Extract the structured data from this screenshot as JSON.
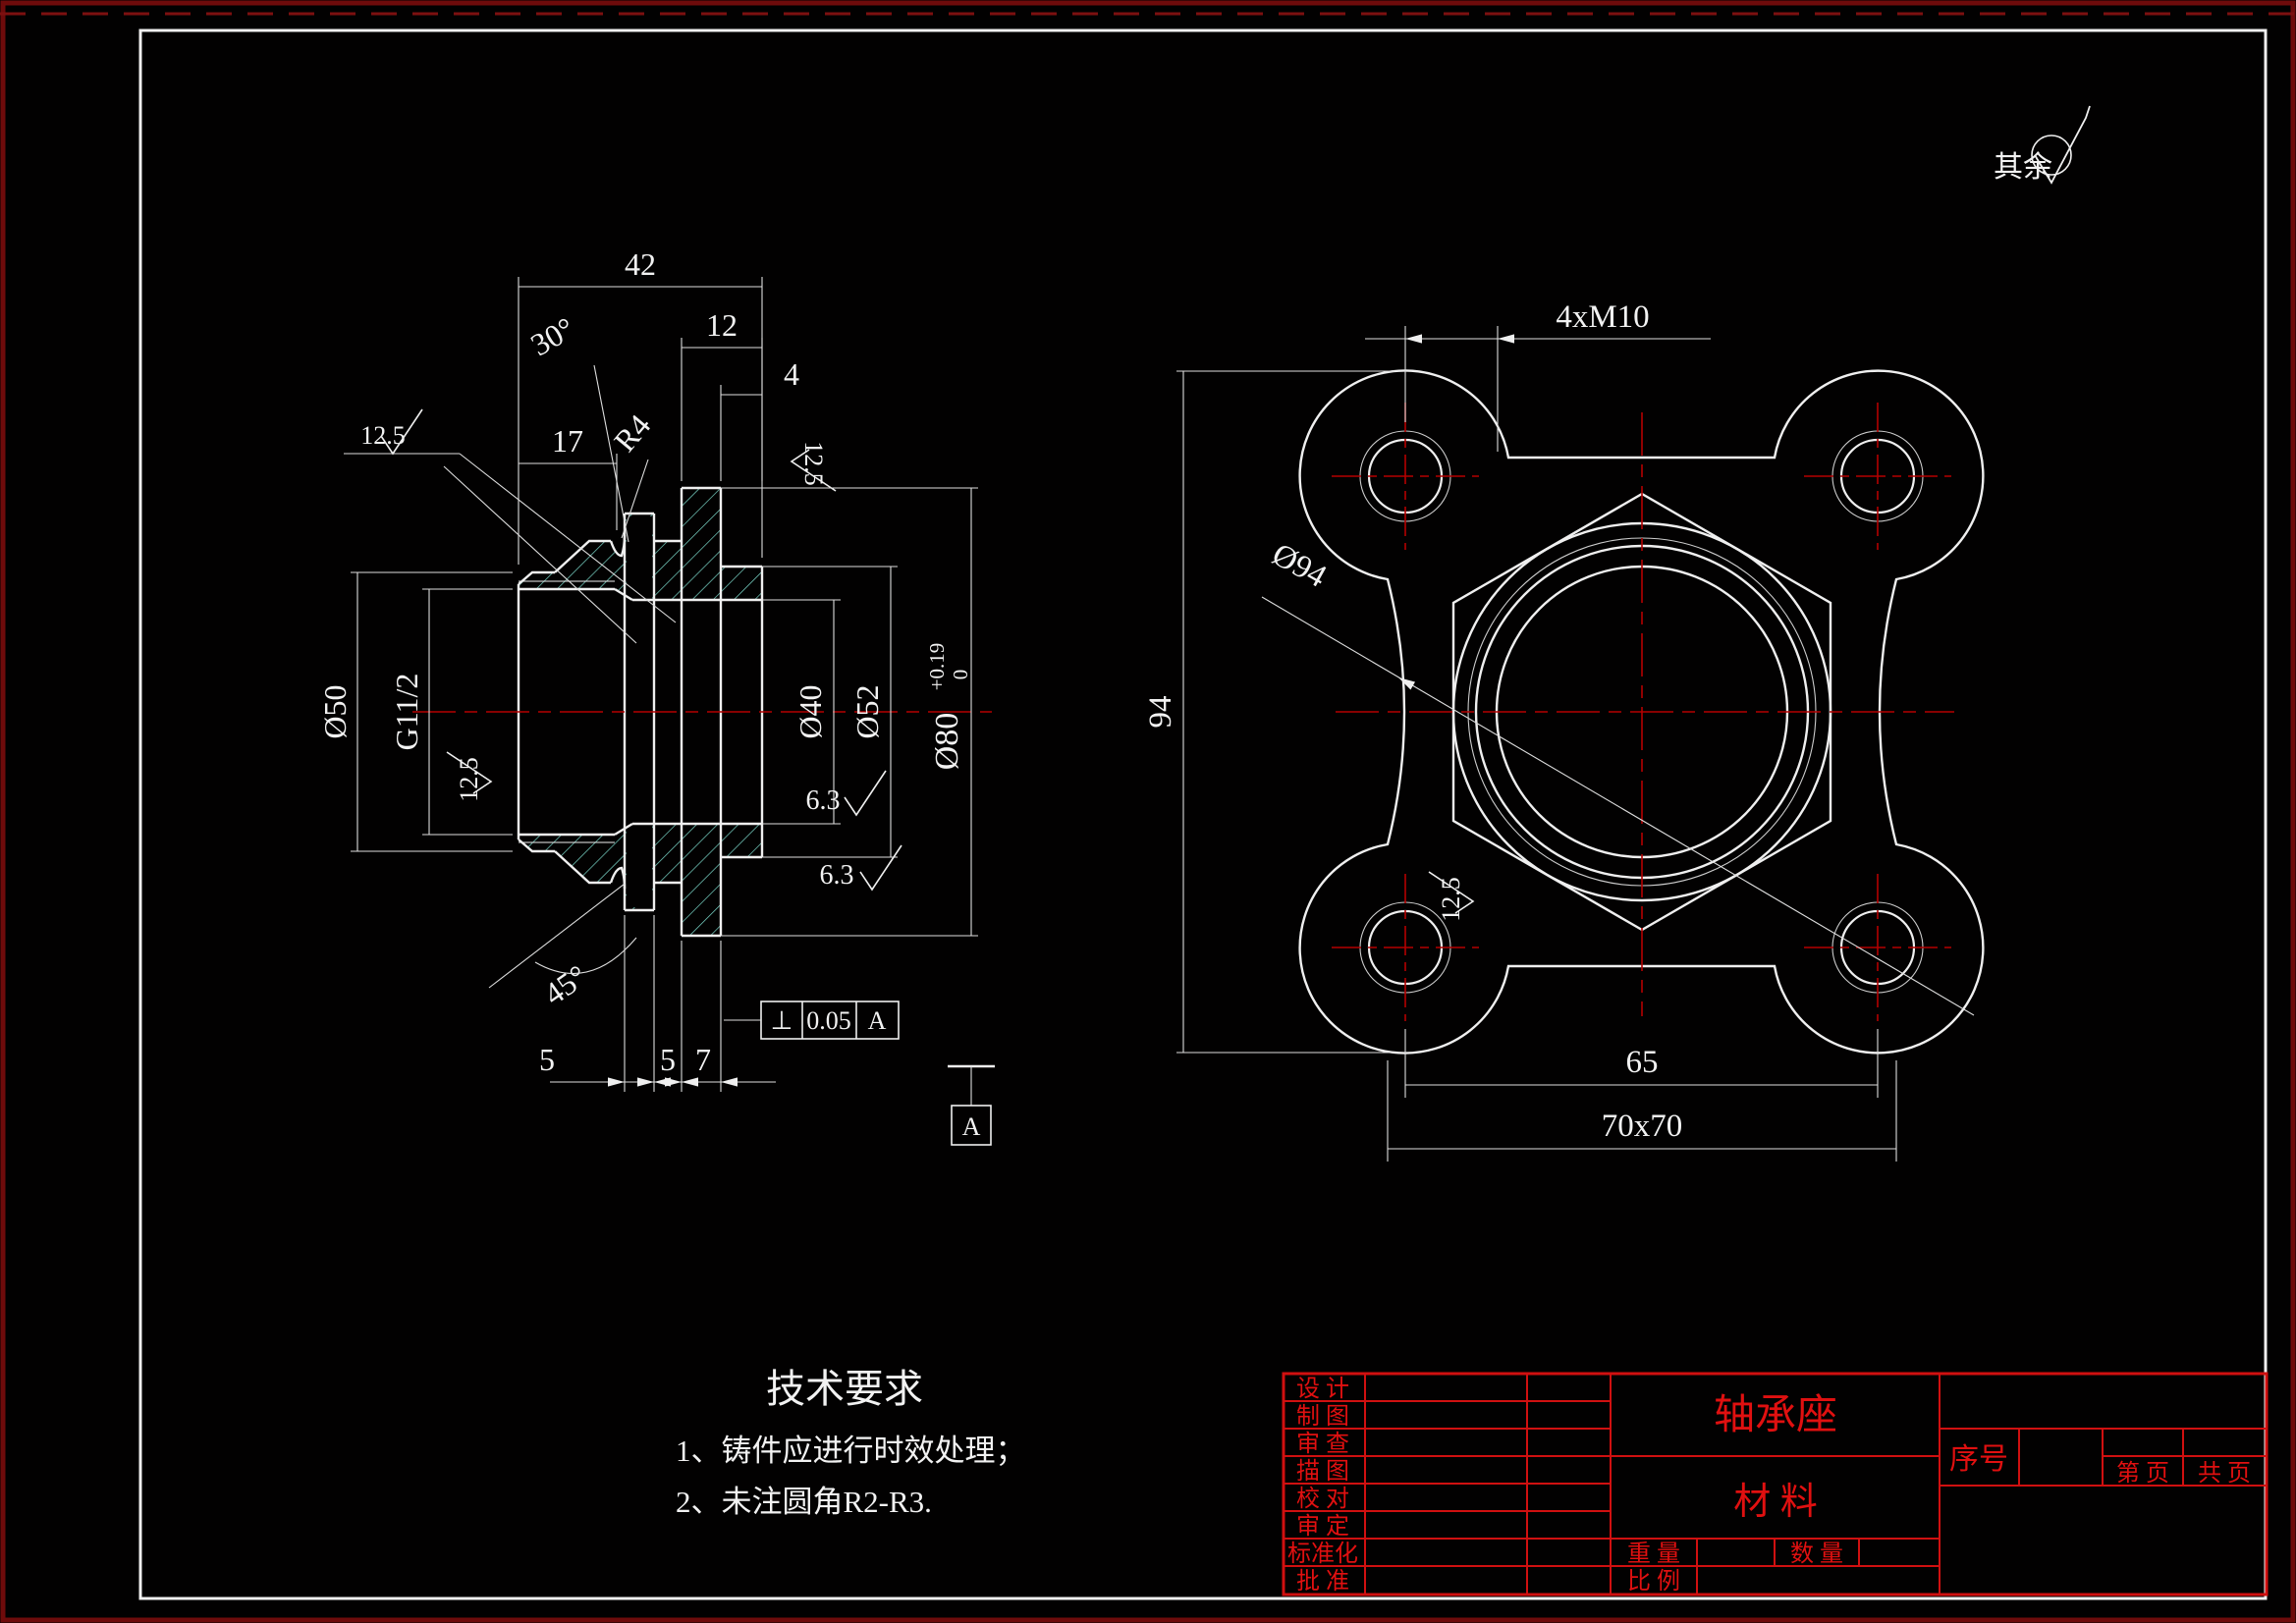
{
  "rest_note": {
    "label": "其余"
  },
  "lv": {
    "d42": "42",
    "a30": "30°",
    "d12": "12",
    "d4": "4",
    "r125": "12.5",
    "d17": "17",
    "r4": "R4",
    "dia50": "Ø50",
    "g112": "G11/2",
    "dia40": "Ø40",
    "dia52": "Ø52",
    "dia80": "Ø80",
    "tol_up": "+0.19",
    "tol_dn": "0",
    "r63a": "6.3",
    "r63b": "6.3",
    "a45": "45°",
    "s5a": "5",
    "s5b": "5",
    "s7": "7",
    "fcf_sym": "⊥",
    "fcf_val": "0.05",
    "fcf_datum": "A",
    "datum": "A"
  },
  "rv": {
    "m10": "4xM10",
    "dia94": "Ø94",
    "d94": "94",
    "d65": "65",
    "sq": "70x70",
    "r125": "12.5"
  },
  "notes": {
    "title": "技术要求",
    "item1": "1、铸件应进行时效处理；",
    "item2": "2、未注圆角R2-R3."
  },
  "tb": {
    "design": "设  计",
    "draft": "制  图",
    "check": "审  查",
    "trace": "描  图",
    "proof": "校  对",
    "approve_check": "审  定",
    "standard": "标准化",
    "ratify": "批  准",
    "part_name": "轴承座",
    "material": "材  料",
    "weight": "重  量",
    "quantity": "数  量",
    "scale": "比  例",
    "serial": "序号",
    "page": "第  页",
    "pages": "共  页"
  }
}
